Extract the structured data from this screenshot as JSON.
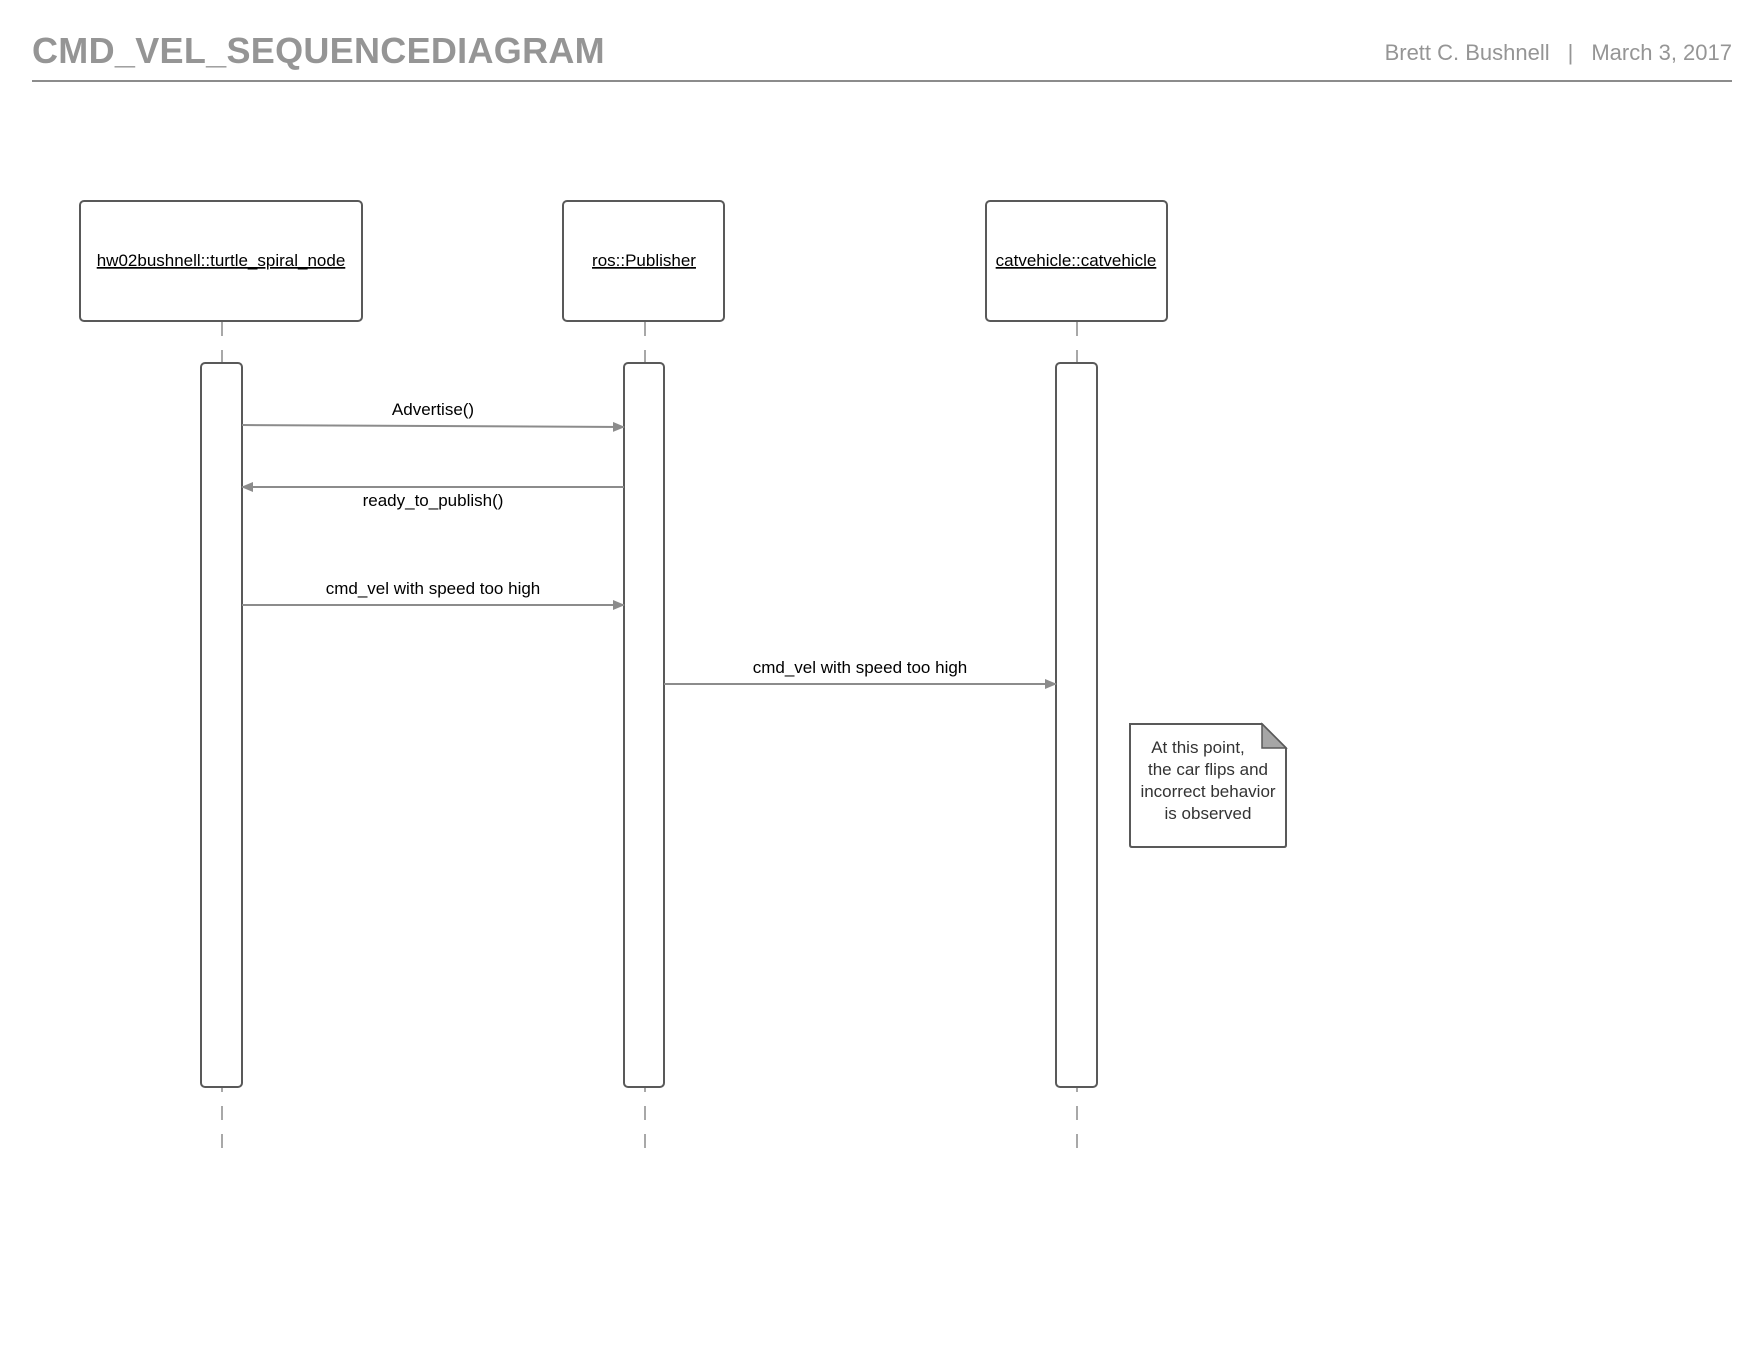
{
  "header": {
    "title": "CMD_VEL_SEQUENCEDIAGRAM",
    "author": "Brett C. Bushnell",
    "separator": "|",
    "date": "March 3, 2017"
  },
  "participants": [
    {
      "id": "node",
      "label": "hw02bushnell::turtle_spiral_node"
    },
    {
      "id": "publisher",
      "label": "ros::Publisher"
    },
    {
      "id": "catvehicle",
      "label": "catvehicle::catvehicle"
    }
  ],
  "messages": [
    {
      "from": "node",
      "to": "publisher",
      "label": "Advertise()"
    },
    {
      "from": "publisher",
      "to": "node",
      "label": "ready_to_publish()"
    },
    {
      "from": "node",
      "to": "publisher",
      "label": "cmd_vel with speed too high"
    },
    {
      "from": "publisher",
      "to": "catvehicle",
      "label": "cmd_vel with speed too high"
    }
  ],
  "note": {
    "lines": [
      "At this point,",
      "the car flips and",
      "incorrect behavior",
      "is observed"
    ]
  },
  "colors": {
    "box_stroke": "#595959",
    "arrow": "#8c8c8c",
    "lifeline": "#8c8c8c",
    "note_fold": "#a6a6a6"
  }
}
